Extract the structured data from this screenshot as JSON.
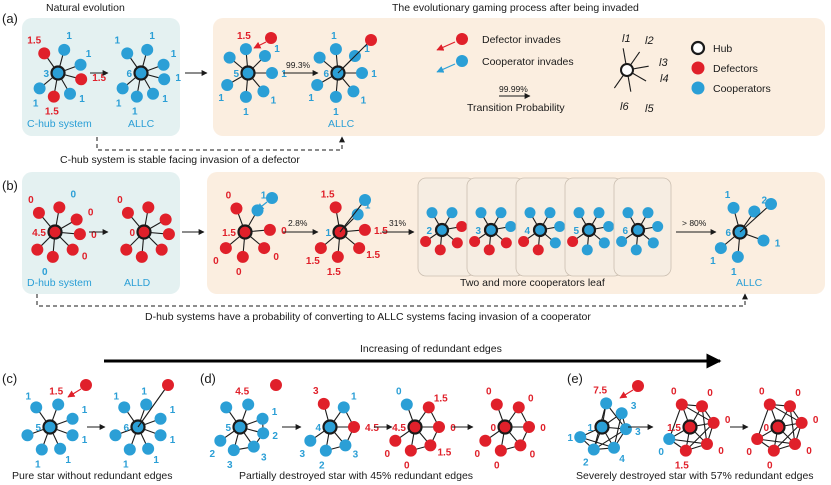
{
  "colors": {
    "cooperator": "#2b9fd6",
    "defector": "#e0202a",
    "panel_green": "#e4f1f1",
    "panel_peach": "#fbeee0"
  },
  "panel_labels": {
    "a": "(a)",
    "b": "(b)",
    "c": "(c)",
    "d": "(d)",
    "e": "(e)"
  },
  "row_a": {
    "title_left": "Natural evolution",
    "title_right": "The evolutionary gaming process after being invaded",
    "c_hub_system": "C-hub system",
    "allc": "ALLC",
    "allc2": "ALLC",
    "prob_1": "99.3%",
    "stability_note": "C-hub system is stable facing invasion of a defector",
    "net1": {
      "hub": "3",
      "leaves": [
        "1.5",
        "1",
        "1",
        "1.5",
        "1",
        "1.5",
        "1"
      ]
    },
    "net2": {
      "hub": "6",
      "leaves": [
        "1",
        "1",
        "1",
        "1",
        "1",
        "1",
        "1"
      ]
    },
    "net3": {
      "hub": "5",
      "leaves": [
        "1.5",
        "1",
        "1",
        "1",
        "1",
        "1"
      ]
    },
    "net4": {
      "hub": "6",
      "leaves": [
        "1",
        "1",
        "1",
        "1",
        "1",
        "1"
      ]
    }
  },
  "legend": {
    "defector_invades": "Defector invades",
    "cooperator_invades": "Cooperator invades",
    "transition_prob_value": "99.99%",
    "transition_probability": "Transition Probability",
    "hub": "Hub",
    "defectors": "Defectors",
    "cooperators": "Cooperators",
    "leaf_labels": [
      "l1",
      "l2",
      "l3",
      "l4",
      "l5",
      "l6"
    ]
  },
  "row_b": {
    "d_hub_system": "D-hub system",
    "alld": "ALLD",
    "allc": "ALLC",
    "prob_1": "2.8%",
    "prob_2": "31%",
    "prob_3": "> 80%",
    "two_more_leave": "Two and more cooperators leaf",
    "conversion_note": "D-hub systems have a probability of converting to ALLC systems facing invasion of a cooperator",
    "net1": {
      "hub": "4.5",
      "leaves": [
        "0",
        "0",
        "0",
        "0",
        "0",
        "0",
        "0"
      ]
    },
    "net2": {
      "hub": "0",
      "leaves": [
        "0",
        "0",
        "0",
        "0",
        "0",
        "0",
        "0"
      ]
    },
    "net3": {
      "hub": "1.5",
      "leaves": [
        "0",
        "1",
        "0",
        "0",
        "0",
        "0"
      ]
    },
    "net4": {
      "hub": "1",
      "leaves": [
        "1.5",
        "1",
        "1.5",
        "1.5",
        "1.5",
        "1.5"
      ]
    },
    "stack_hubs": [
      "2",
      "3",
      "4",
      "5",
      "6"
    ],
    "net5": {
      "hub": "6",
      "leaves": [
        "1",
        "2",
        "1",
        "1",
        "1"
      ]
    }
  },
  "row_c": {
    "redundancy_label": "Increasing of redundant edges",
    "caption_c": "Pure star without redundant edges",
    "caption_d": "Partially destroyed star with 45% redundant edges",
    "caption_e": "Severely destroyed star with 57% redundant edges",
    "c_net1": {
      "hub": "5",
      "leaves": [
        "1.5",
        "1",
        "1",
        "1",
        "1",
        "1",
        "1"
      ]
    },
    "c_net2": {
      "hub": "6",
      "leaves": [
        "1",
        "1",
        "1",
        "1",
        "1",
        "1",
        "1"
      ]
    },
    "d_net1": {
      "hub": "5",
      "leaves": [
        "4.5",
        "1",
        "2",
        "3",
        "3",
        "2"
      ]
    },
    "d_net2": {
      "hub": "4",
      "leaves": [
        "3",
        "1",
        "4.5",
        "3",
        "2",
        "3"
      ]
    },
    "d_net3": {
      "hub": "4.5",
      "leaves": [
        "0",
        "1.5",
        "0",
        "1.5",
        "0",
        "0"
      ]
    },
    "d_net4": {
      "hub": "0",
      "leaves": [
        "0",
        "0",
        "0",
        "0",
        "0",
        "0"
      ]
    },
    "e_net1": {
      "hub": "1",
      "leaves": [
        "7.5",
        "3",
        "3",
        "4",
        "2",
        "1"
      ]
    },
    "e_net2": {
      "hub": "1.5",
      "leaves": [
        "0",
        "0",
        "0",
        "0",
        "1.5",
        "0"
      ]
    },
    "e_net3": {
      "hub": "0",
      "leaves": [
        "0",
        "0",
        "0",
        "0",
        "0",
        "0"
      ]
    }
  }
}
